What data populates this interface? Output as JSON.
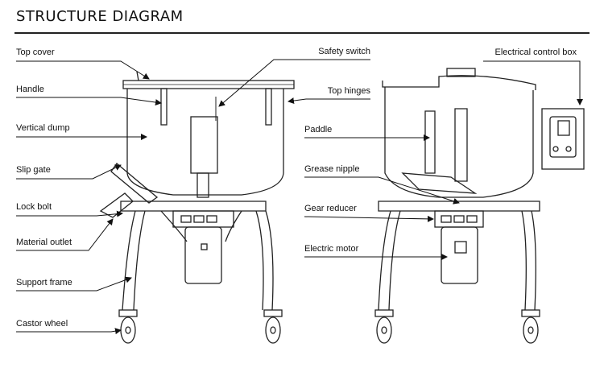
{
  "title": "STRUCTURE DIAGRAM",
  "left_labels": {
    "top_cover": "Top cover",
    "handle": "Handle",
    "vertical_dump": "Vertical dump",
    "slip_gate": "Slip gate",
    "lock_bolt": "Lock bolt",
    "material_outlet": "Material outlet",
    "support_frame": "Support frame",
    "castor_wheel": "Castor wheel"
  },
  "middle_labels": {
    "safety_switch": "Safety switch",
    "top_hinges": "Top hinges",
    "paddle": "Paddle",
    "grease_nipple": "Grease nipple",
    "gear_reducer": "Gear reducer",
    "electric_motor": "Electric motor"
  },
  "right_labels": {
    "electrical_control_box": "Electrical control box"
  }
}
